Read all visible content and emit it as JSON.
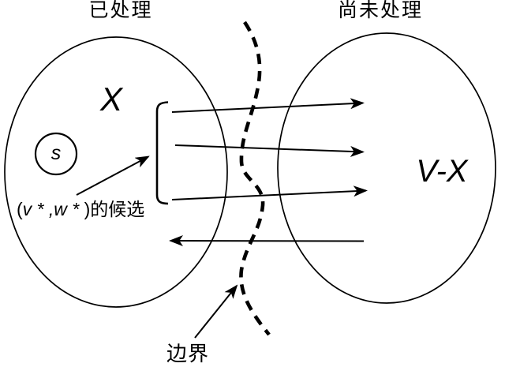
{
  "diagram": {
    "left_region": {
      "title": "已处理",
      "set_label": "X",
      "start_node_label": "s"
    },
    "right_region": {
      "title": "尚未处理",
      "set_label": "V-X"
    },
    "candidate_label": {
      "open": "(",
      "pair": "v * ,w * ",
      "close": ")的候选"
    },
    "boundary_label": "边界",
    "colors": {
      "ink": "#000000",
      "background": "#ffffff"
    }
  }
}
